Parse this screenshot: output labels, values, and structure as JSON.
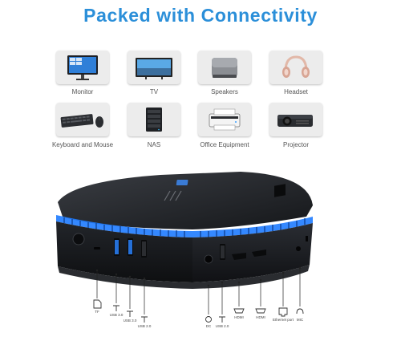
{
  "headline": "Packed with Connectivity",
  "devices": [
    {
      "label": "Monitor",
      "icon": "monitor-icon"
    },
    {
      "label": "TV",
      "icon": "tv-icon"
    },
    {
      "label": "Speakers",
      "icon": "speaker-icon"
    },
    {
      "label": "Headset",
      "icon": "headset-icon"
    },
    {
      "label": "Keyboard and Mouse",
      "icon": "keyboard-mouse-icon"
    },
    {
      "label": "NAS",
      "icon": "nas-icon"
    },
    {
      "label": "Office Equipment",
      "icon": "printer-icon"
    },
    {
      "label": "Projector",
      "icon": "projector-icon"
    }
  ],
  "ports": [
    {
      "label": "TF",
      "icon": "tf-card-icon"
    },
    {
      "label": "USB 3.0",
      "icon": "usb-icon"
    },
    {
      "label": "USB 3.0",
      "icon": "usb-icon"
    },
    {
      "label": "USB 2.0",
      "icon": "usb-icon"
    },
    {
      "label": "DC",
      "icon": "dc-power-icon"
    },
    {
      "label": "USB 2.0",
      "icon": "usb-icon"
    },
    {
      "label": "HDMI",
      "icon": "hdmi-icon"
    },
    {
      "label": "HDMI",
      "icon": "hdmi-icon"
    },
    {
      "label": "Ethernet port",
      "icon": "ethernet-icon"
    },
    {
      "label": "MIC",
      "icon": "microphone-icon"
    }
  ],
  "colors": {
    "accent": "#2b8fd9",
    "led": "#1e7bff",
    "device_body": "#1b1d21"
  }
}
